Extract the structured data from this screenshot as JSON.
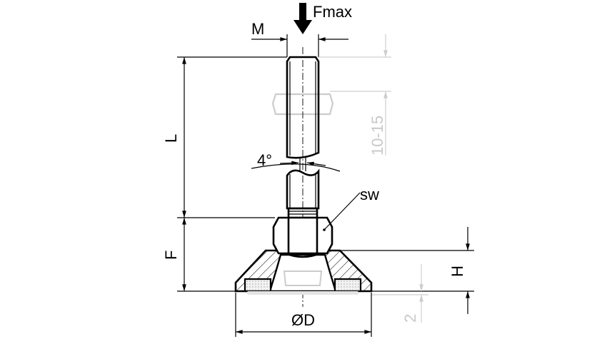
{
  "drawing": {
    "force_label": "Fmax",
    "thread_label": "M",
    "length_label": "L",
    "angle_label": "4°",
    "adjust_label": "10-15",
    "wrench_label": "sw",
    "height_f_label": "F",
    "height_h_label": "H",
    "pad_label": "2",
    "diameter_label": "ØD"
  },
  "colors": {
    "line": "#000000",
    "reference": "#c8c8c8",
    "pad": "#d8d8d8"
  }
}
